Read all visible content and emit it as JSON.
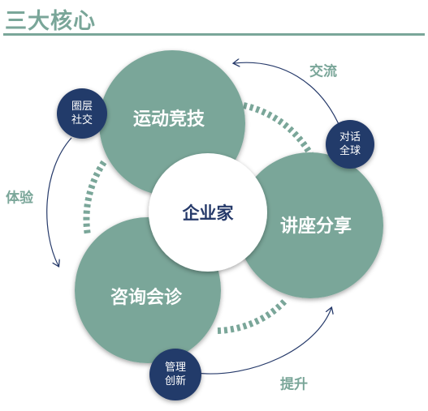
{
  "title": "三大核心",
  "center": "企业家",
  "cores": {
    "sports": "运动竞技",
    "lecture": "讲座分享",
    "consult": "咨询会诊"
  },
  "badges": {
    "circle": {
      "line1": "圈层",
      "line2": "社交"
    },
    "global": {
      "line1": "对话",
      "line2": "全球"
    },
    "manage": {
      "line1": "管理",
      "line2": "创新"
    }
  },
  "arrows": {
    "exchange": "交流",
    "experience": "体验",
    "improve": "提升"
  },
  "colors": {
    "core": "#7aa699",
    "badge": "#243a6a",
    "label": "#7aa699"
  }
}
